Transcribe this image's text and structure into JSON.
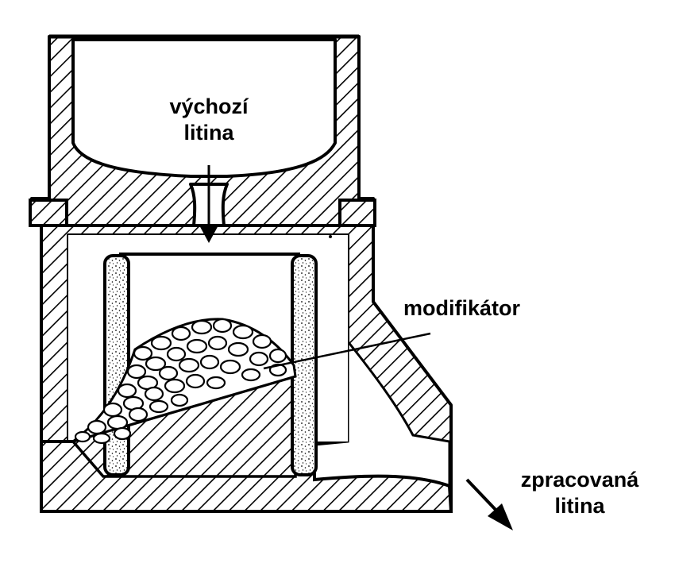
{
  "labels": {
    "input_line1": "výchozí",
    "input_line2": "litina",
    "modifier": "modifikátor",
    "output_line1": "zpracovaná",
    "output_line2": "litina"
  },
  "colors": {
    "ink": "#000000",
    "paper": "#ffffff"
  }
}
